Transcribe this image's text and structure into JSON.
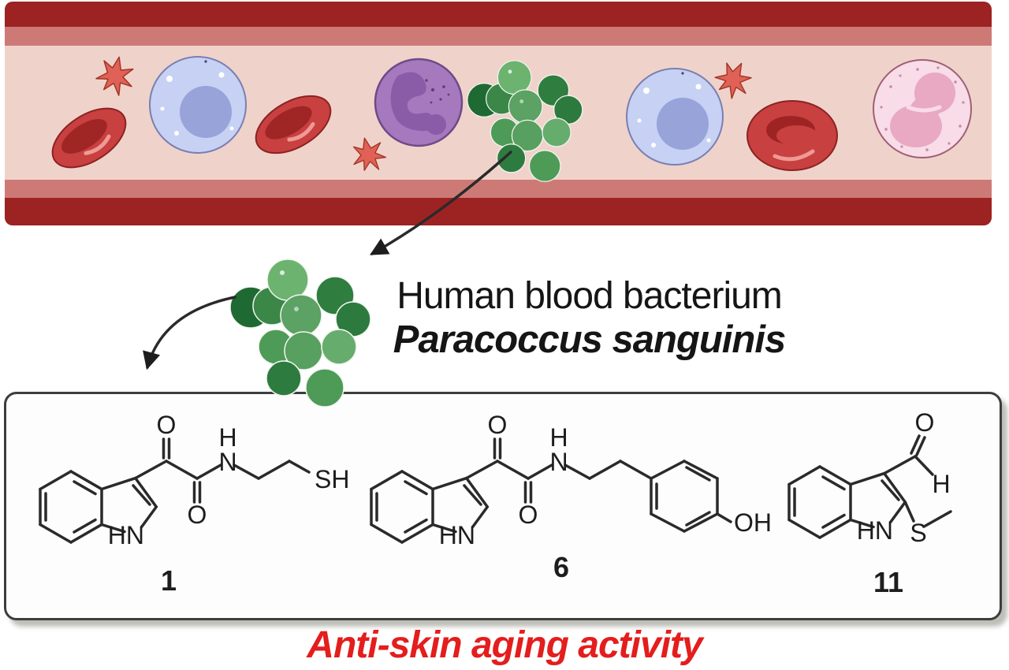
{
  "figure": {
    "title_line1": "Human blood bacterium",
    "title_line2": "Paracoccus sanguinis",
    "caption": "Anti-skin aging activity"
  },
  "colors": {
    "vessel_wall": "#9d2222",
    "vessel_stripe": "#cd7a77",
    "plasma": "#efd3ca",
    "caption_red": "#e41d1d",
    "structure_ink": "#2a2a2a",
    "bacteria_green_light": "#5ba264",
    "bacteria_green_dark": "#1e6a32"
  },
  "compounds": {
    "c1": {
      "number": "1",
      "o_ketone": "O",
      "o_amide": "O",
      "amide_h": "H",
      "amide_n": "N",
      "thiol": "SH",
      "indole_nh": "HN"
    },
    "c6": {
      "number": "6",
      "o_ketone": "O",
      "o_amide": "O",
      "amide_h": "H",
      "amide_n": "N",
      "phenol_oh": "OH",
      "indole_nh": "HN"
    },
    "c11": {
      "number": "11",
      "aldehyde_o": "O",
      "aldehyde_h": "H",
      "thioether_s": "S",
      "indole_nh": "HN"
    }
  }
}
